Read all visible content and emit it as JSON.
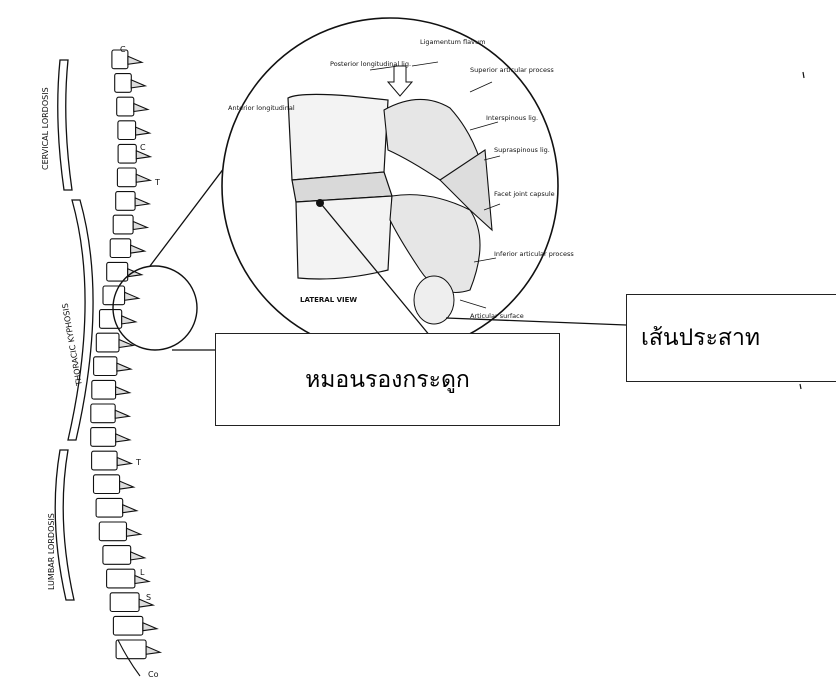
{
  "callouts": {
    "disc": "หมอนรองกระดูก",
    "nerve": "เส้นประสาท"
  },
  "spine_regions": {
    "cervical": "CERVICAL LORDOSIS",
    "thoracic": "THORACIC KYPHOSIS",
    "lumbar": "LUMBAR LORDOSIS"
  },
  "spine_letters": {
    "c_top": "C",
    "c_mid": "C",
    "t_mid": "T",
    "t_low": "T",
    "l_low": "L",
    "s": "S",
    "co": "Co"
  },
  "detail_labels": {
    "posterior_ligament": "Posterior longitudinal lig.",
    "ligamentum_flavum": "Ligamentum flavum",
    "superior_articular": "Superior articular process",
    "interspinous": "Interspinous lig.",
    "supraspinous": "Supraspinous lig.",
    "anterior_ligament": "Anterior longitudinal",
    "facet_joint": "Facet joint capsule",
    "inferior_articular": "Inferior articular process",
    "articular_surface": "Articular surface",
    "lateral_view": "LATERAL VIEW"
  },
  "colors": {
    "line": "#111111",
    "box_border": "#222222",
    "background": "#ffffff"
  }
}
